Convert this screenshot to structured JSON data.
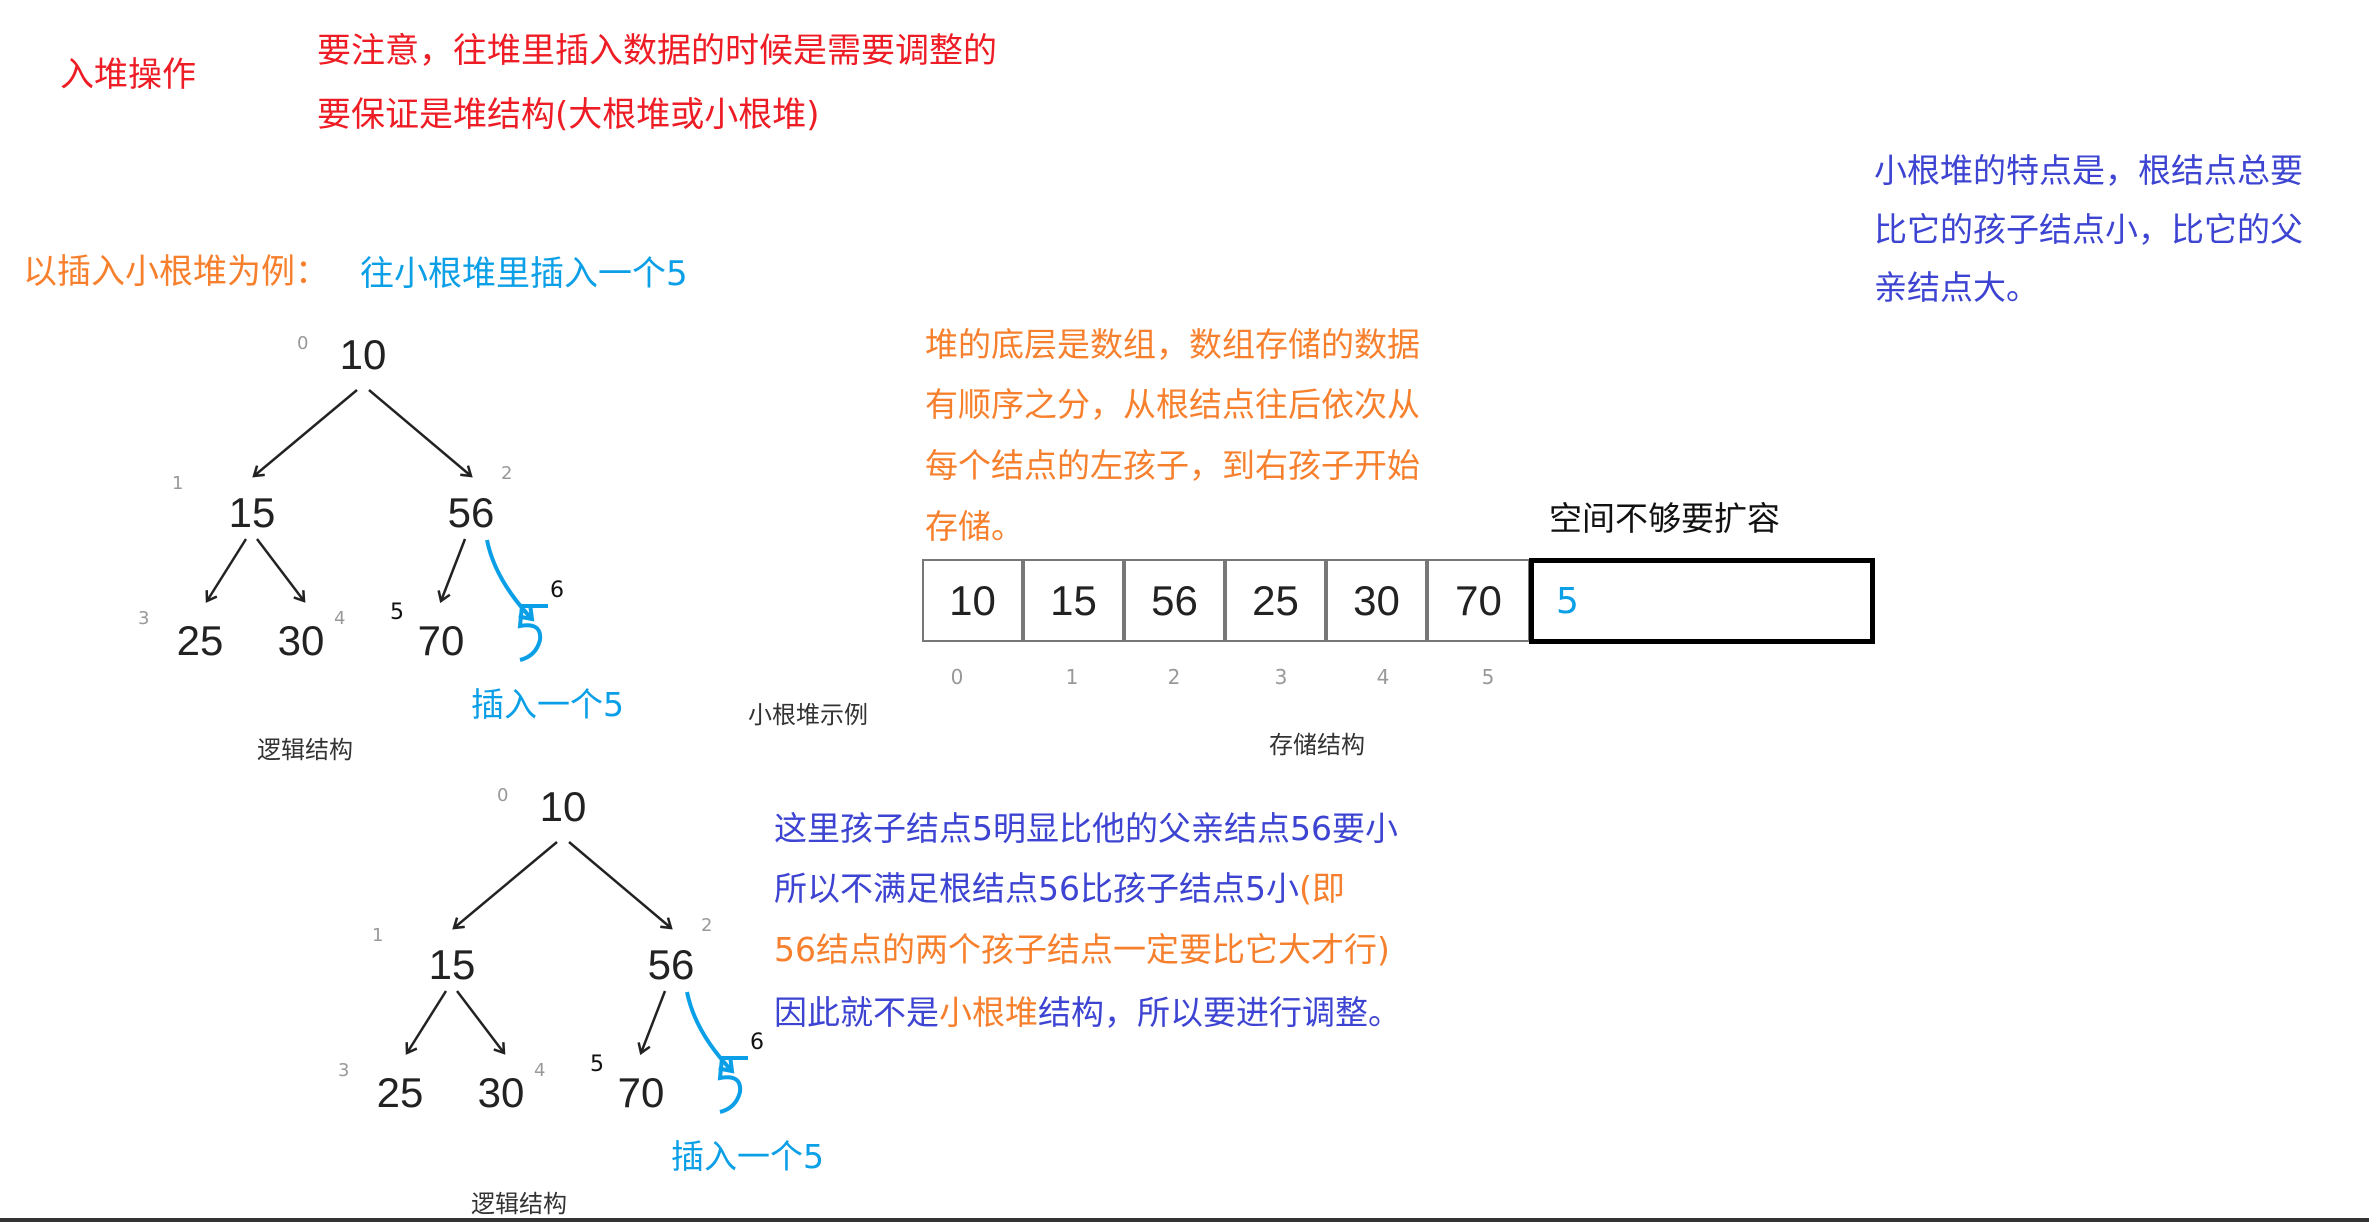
{
  "heading": "入堆操作",
  "notes": {
    "line1": "要注意，往堆里插入数据的时候是需要调整的",
    "line2": "要保证是堆结构(大根堆或小根堆)"
  },
  "example": {
    "label": "以插入小根堆为例：",
    "action": "往小根堆里插入一个5"
  },
  "tree1": {
    "nodes": [
      "10",
      "15",
      "56",
      "25",
      "30",
      "70"
    ],
    "indices": [
      "0",
      "1",
      "2",
      "3",
      "4",
      "5",
      "6"
    ],
    "inserted": "5",
    "insert_label": "插入一个5",
    "caption": "逻辑结构"
  },
  "example_caption": "小根堆示例",
  "array_note": {
    "lines": [
      "堆的底层是数组，数组存储的数据",
      "有顺序之分，从根结点往后依次从",
      "每个结点的左孩子，到右孩子开始",
      "存储。"
    ]
  },
  "array": {
    "values": [
      "10",
      "15",
      "56",
      "25",
      "30",
      "70"
    ],
    "indices": [
      "0",
      "1",
      "2",
      "3",
      "4",
      "5"
    ],
    "extended_value": "5",
    "expand_label": "空间不够要扩容",
    "caption": "存储结构"
  },
  "min_heap_note": {
    "lines": [
      "小根堆的特点是，根结点总要",
      "比它的孩子结点小，比它的父",
      "亲结点大。"
    ]
  },
  "tree2": {
    "nodes": [
      "10",
      "15",
      "56",
      "25",
      "30",
      "70"
    ],
    "indices": [
      "0",
      "1",
      "2",
      "3",
      "4",
      "5",
      "6"
    ],
    "inserted": "5",
    "insert_label": "插入一个5",
    "caption": "逻辑结构"
  },
  "violation_note": {
    "line1": "这里孩子结点5明显比他的父亲结点56要小",
    "line2a": "所以不满足根结点56比孩子结点5小",
    "line2b": "(即",
    "line3": "56结点的两个孩子结点一定要比它大才行)",
    "line4a": "因此就不是",
    "line4b": "小根堆",
    "line4c": "结构，所以要进行调整。"
  },
  "colors": {
    "red": "#ee1c25",
    "orange": "#f7802e",
    "blue": "#0a9fe6",
    "purple": "#3d44d2"
  }
}
